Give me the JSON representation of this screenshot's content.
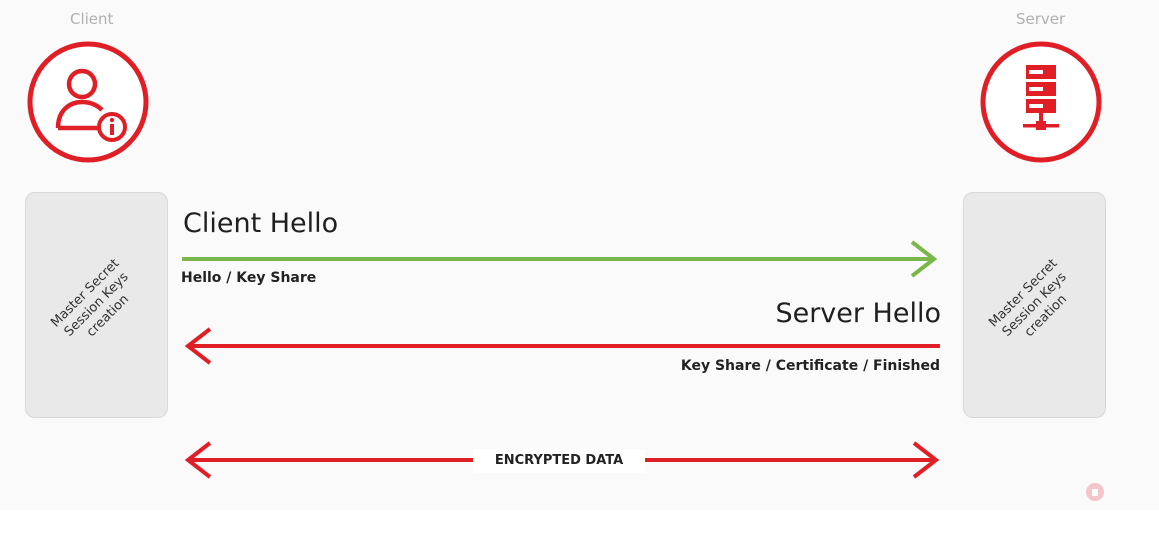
{
  "client": {
    "label": "Client",
    "icon": "user-info-icon"
  },
  "server": {
    "label": "Server",
    "icon": "server-rack-icon"
  },
  "client_box": {
    "line1": "Master Secret",
    "line2": "Session Keys",
    "line3": "creation"
  },
  "server_box": {
    "line1": "Master Secret",
    "line2": "Session Keys",
    "line3": "creation"
  },
  "client_hello": {
    "title": "Client Hello",
    "subtitle": "Hello / Key Share",
    "color": "#7ab648"
  },
  "server_hello": {
    "title": "Server Hello",
    "subtitle": "Key Share / Certificate / Finished",
    "color": "#e01e26"
  },
  "encrypted": {
    "label": "ENCRYPTED DATA",
    "color": "#e01e26"
  },
  "colors": {
    "accent_red": "#e01e26",
    "accent_green": "#7ab648",
    "box_gray": "#e9e9e9"
  }
}
